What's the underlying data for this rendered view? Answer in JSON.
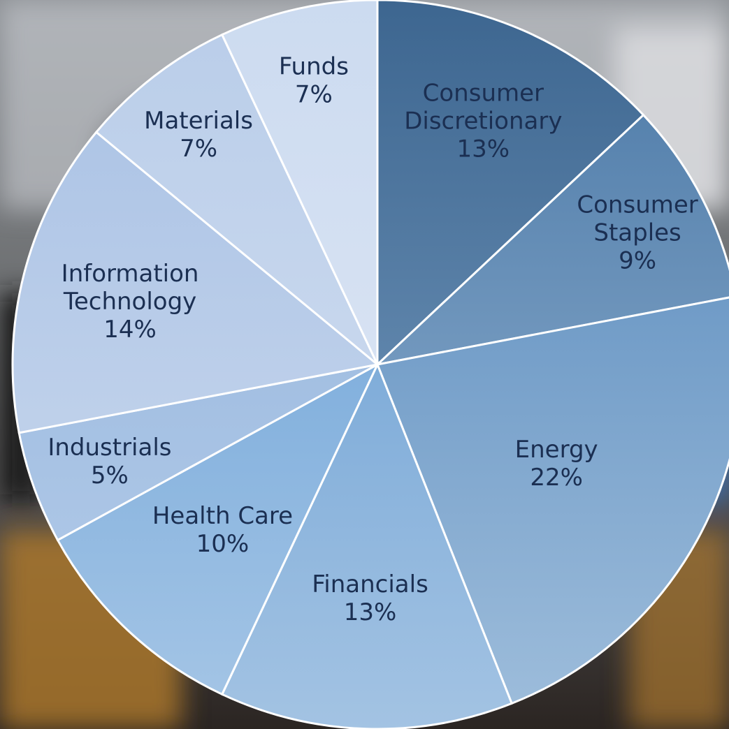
{
  "chart_data": {
    "type": "pie",
    "start_angle_deg": 0,
    "direction": "clockwise",
    "slices": [
      {
        "label": [
          "Consumer",
          "Discretionary"
        ],
        "pct_label": "13%",
        "value": 13,
        "color_top": "#3d6690",
        "color_bottom": "#7fa3c6"
      },
      {
        "label": [
          "Consumer",
          "Staples"
        ],
        "pct_label": "9%",
        "value": 9,
        "color_top": "#4a78a6",
        "color_bottom": "#9ab8d6"
      },
      {
        "label": [
          "Energy"
        ],
        "pct_label": "22%",
        "value": 22,
        "color_top": "#4f83b8",
        "color_bottom": "#9fbedc"
      },
      {
        "label": [
          "Financials"
        ],
        "pct_label": "13%",
        "value": 13,
        "color_top": "#5c96cf",
        "color_bottom": "#a3c3e3"
      },
      {
        "label": [
          "Health Care"
        ],
        "pct_label": "10%",
        "value": 10,
        "color_top": "#5e9ad4",
        "color_bottom": "#a6c6e6"
      },
      {
        "label": [
          "Industrials"
        ],
        "pct_label": "5%",
        "value": 5,
        "color_top": "#8fb1da",
        "color_bottom": "#b6cdea"
      },
      {
        "label": [
          "Information",
          "Technology"
        ],
        "pct_label": "14%",
        "value": 14,
        "color_top": "#a7c0e4",
        "color_bottom": "#cfdcef"
      },
      {
        "label": [
          "Materials"
        ],
        "pct_label": "7%",
        "value": 7,
        "color_top": "#b9cde9",
        "color_bottom": "#d6e1f2"
      },
      {
        "label": [
          "Funds"
        ],
        "pct_label": "7%",
        "value": 7,
        "color_top": "#ccdbf0",
        "color_bottom": "#e2e9f6"
      }
    ],
    "label_color": "#1b2f52",
    "border_color": "#ffffff"
  }
}
